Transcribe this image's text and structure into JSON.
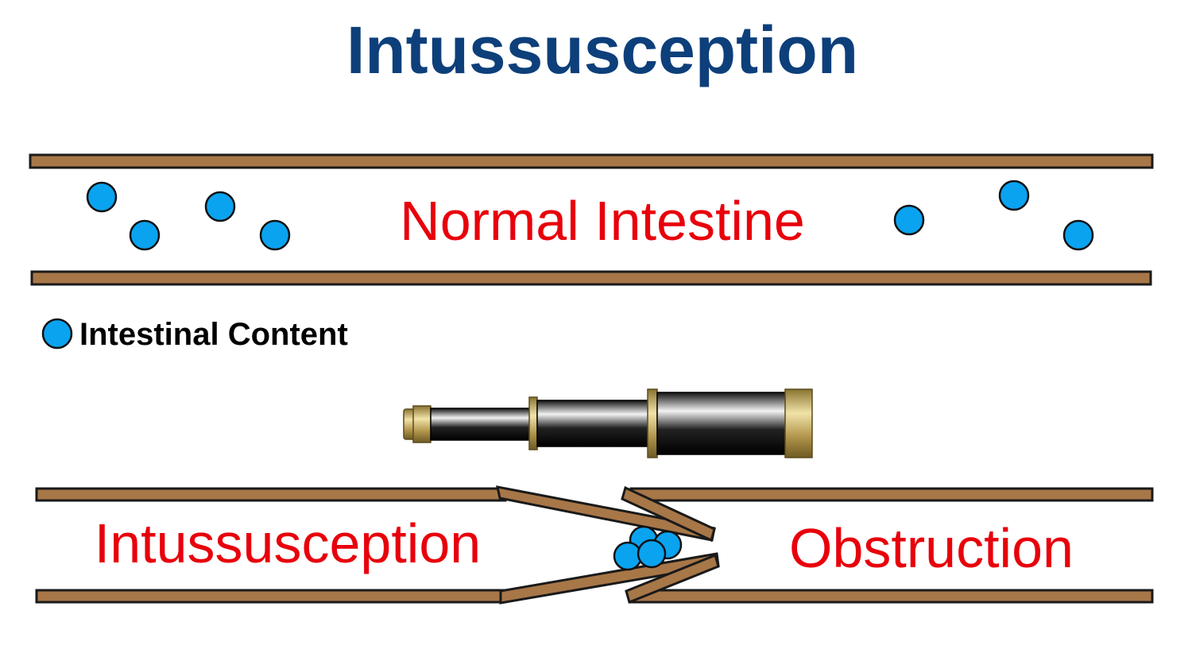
{
  "title": "Intussusception",
  "normal": {
    "label": "Normal Intestine"
  },
  "legend": {
    "label": "Intestinal Content"
  },
  "bottom": {
    "left_label": "Intussusception",
    "right_label": "Obstruction"
  },
  "colors": {
    "title": "#0d3f7a",
    "label": "#e8000b",
    "wall": "#a87748",
    "wall_stroke": "#1a1a1a",
    "content": "#0aa3f0",
    "brass": "#c9b06a"
  },
  "icons": {
    "telescope": "telescope-icon",
    "content": "intestinal-content-dot"
  }
}
